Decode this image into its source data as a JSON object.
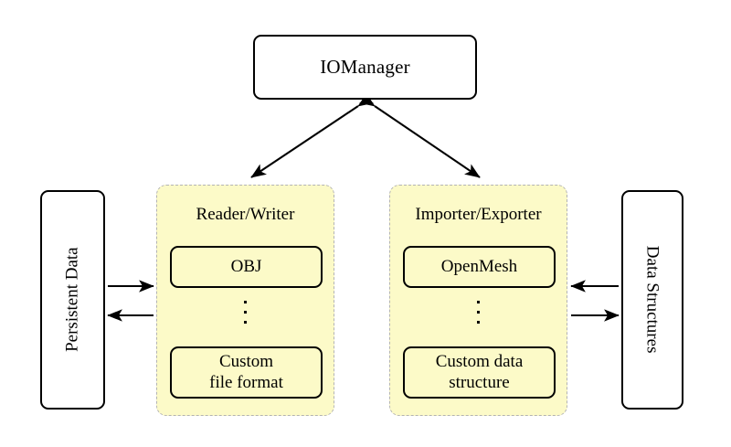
{
  "diagram": {
    "title_node": {
      "label": "IOManager"
    },
    "left_box": {
      "label": "Persistent Data"
    },
    "right_box": {
      "label": "Data Structures"
    },
    "panels": [
      {
        "title": "Reader/Writer",
        "items": [
          {
            "label": "OBJ"
          },
          {
            "label": "Custom\nfile format"
          }
        ],
        "ellipsis": "⋮"
      },
      {
        "title": "Importer/Exporter",
        "items": [
          {
            "label": "OpenMesh"
          },
          {
            "label": "Custom data\nstructure"
          }
        ],
        "ellipsis": "⋮"
      }
    ],
    "connectors": [
      {
        "name": "iomanager-to-readerwriter",
        "style": "double-headed-arrow"
      },
      {
        "name": "iomanager-to-importerexporter",
        "style": "double-headed-arrow"
      },
      {
        "name": "persistentdata-to-readerwriter",
        "style": "arrow-right"
      },
      {
        "name": "readerwriter-to-persistentdata",
        "style": "arrow-left"
      },
      {
        "name": "datastructures-to-importerexporter",
        "style": "arrow-left"
      },
      {
        "name": "importerexporter-to-datastructures",
        "style": "arrow-right"
      }
    ],
    "colors": {
      "panel_fill": "#fcfac8",
      "panel_border": "#b3b3b3",
      "node_border": "#000000",
      "background": "#ffffff"
    }
  }
}
